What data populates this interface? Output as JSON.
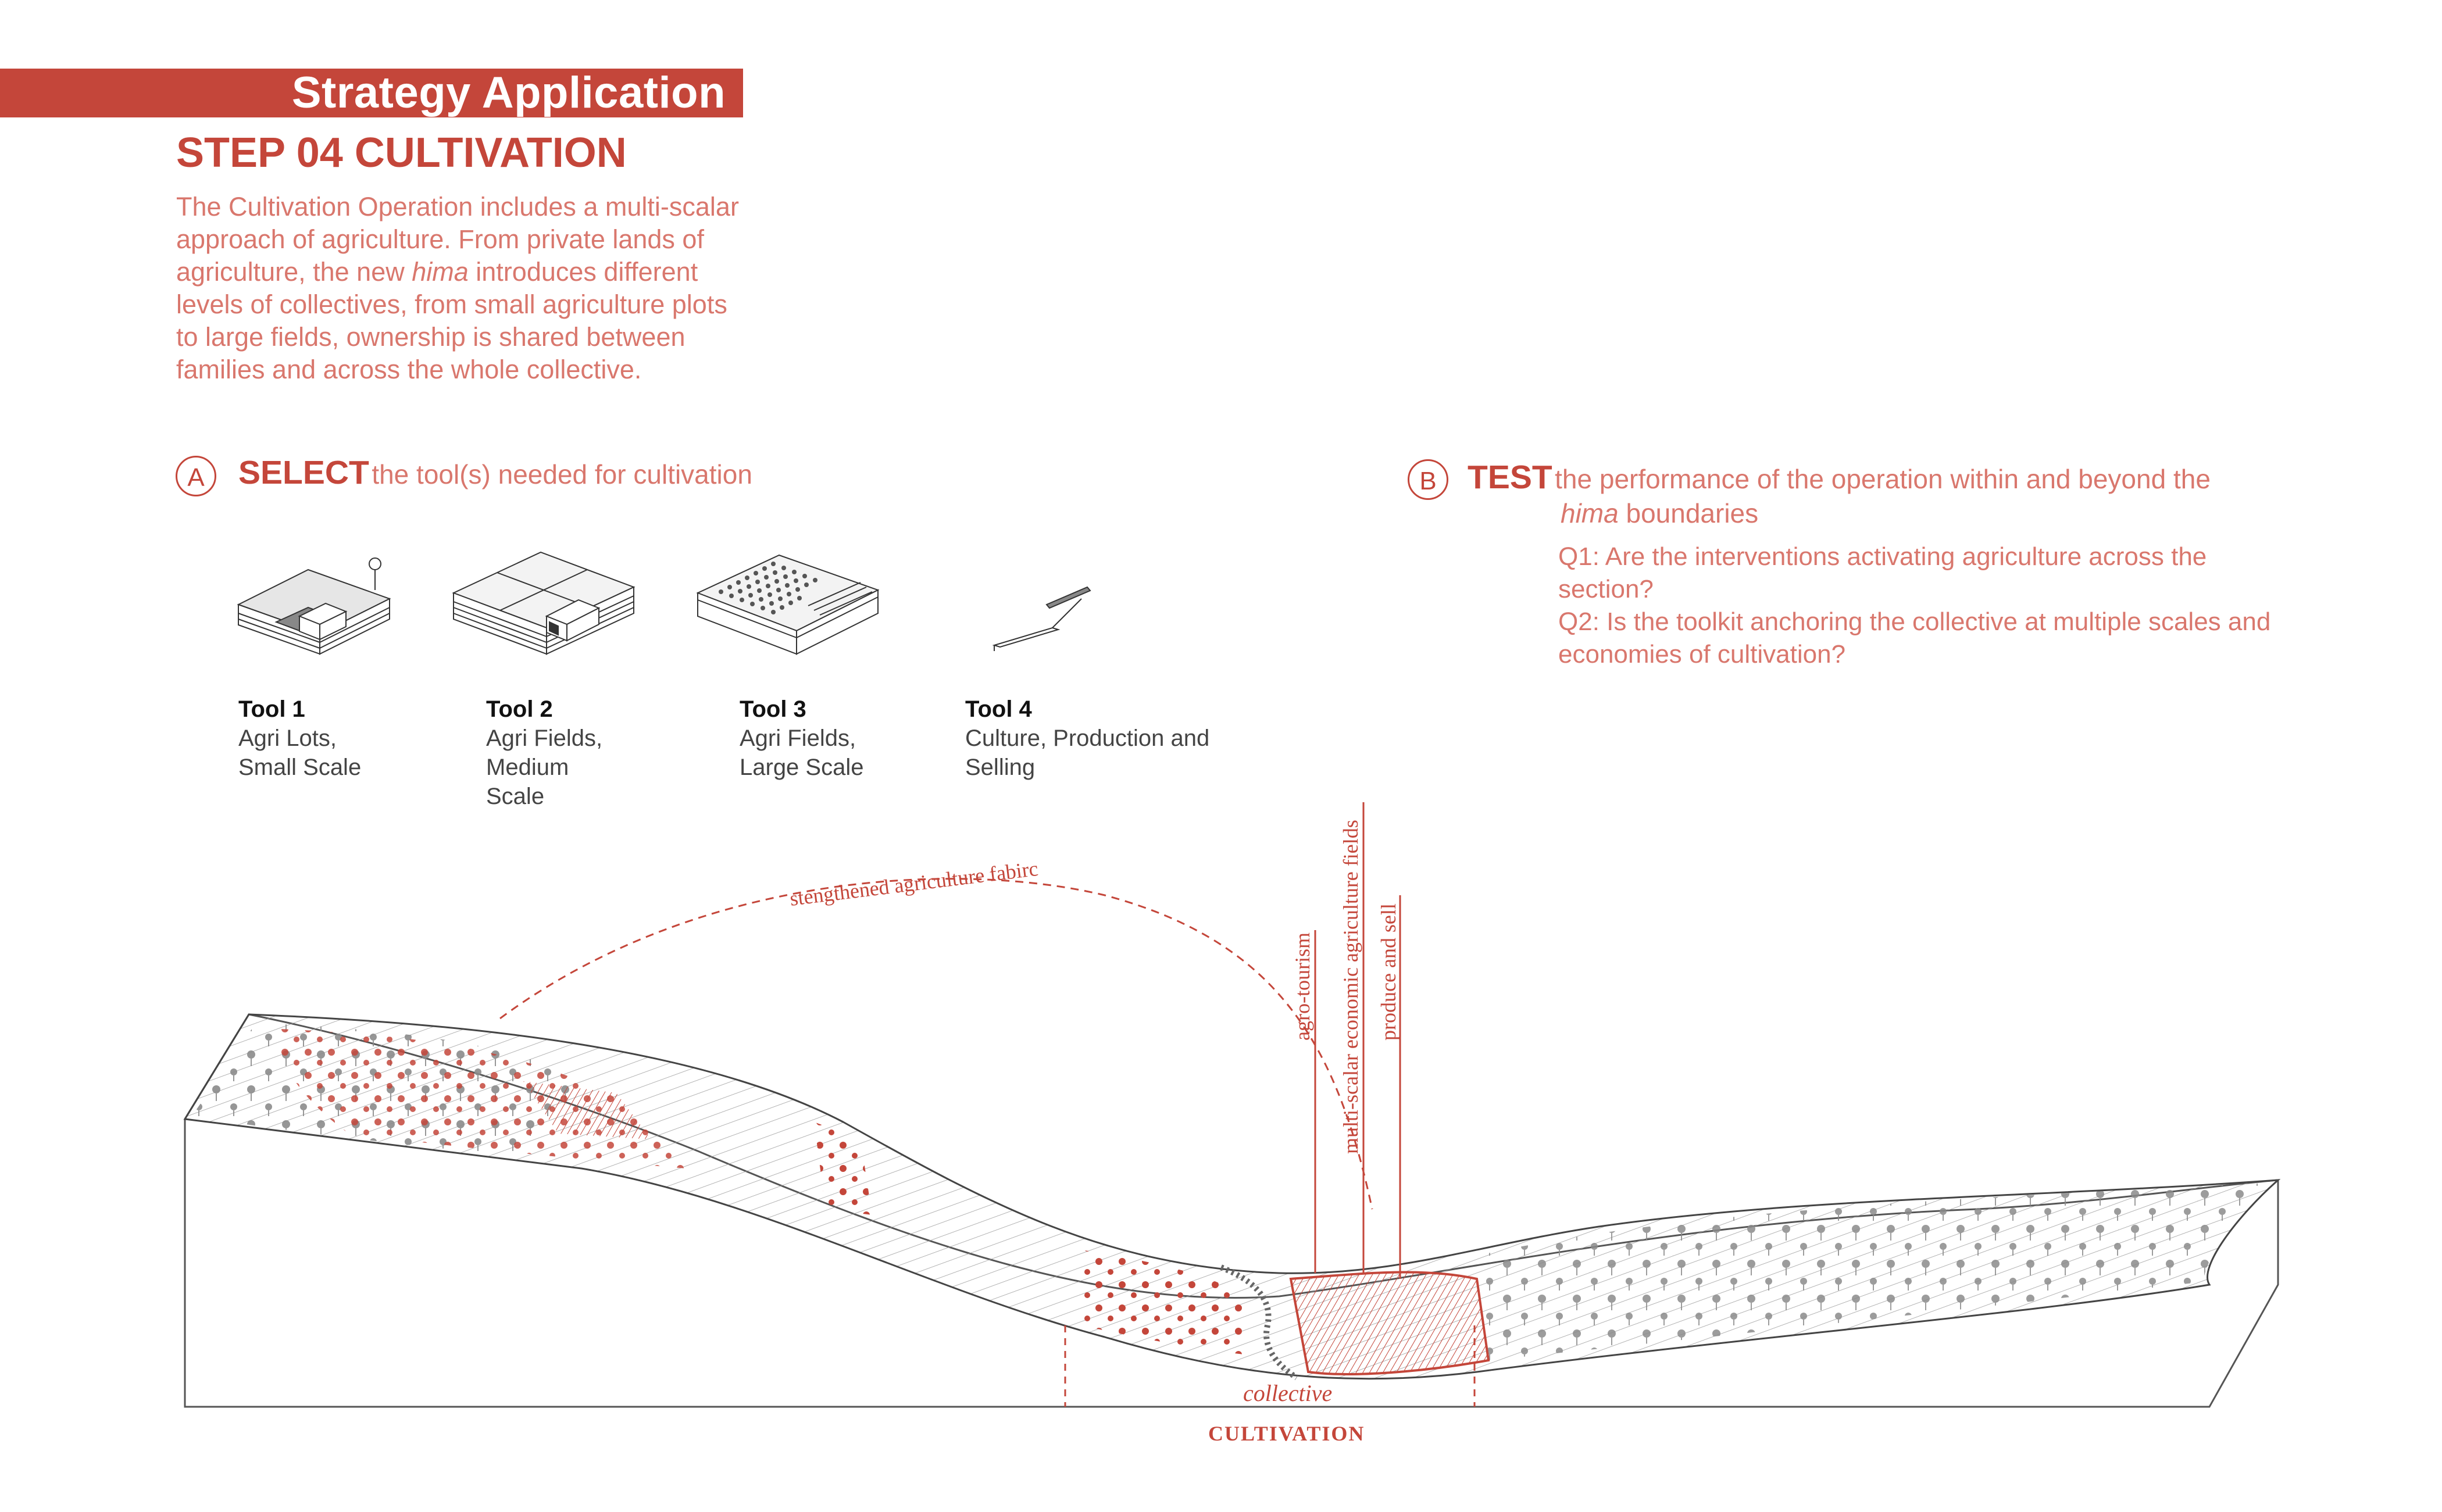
{
  "banner": {
    "title": "Strategy Application"
  },
  "step": {
    "title": "STEP 04 CULTIVATION",
    "intro_lines": [
      "The Cultivation Operation includes a multi-scalar",
      "approach of agriculture. From private lands of",
      "agriculture, the new ",
      "hima",
      " introduces different",
      "levels of collectives, from small agriculture plots",
      "to large fields, ownership is shared between",
      "families and across the whole collective."
    ]
  },
  "section_a": {
    "letter": "A",
    "strong": "SELECT",
    "rest": "the tool(s) needed for cultivation"
  },
  "section_b": {
    "letter": "B",
    "strong": "TEST",
    "rest_line1": "the performance of the operation within and beyond the",
    "hima": "hima",
    "rest_line2": "boundaries",
    "q1_line1": "Q1: Are the interventions activating agriculture across the",
    "q1_line2": "section?",
    "q2_line1": "Q2: Is the toolkit anchoring the collective at multiple scales and",
    "q2_line2": "economies of cultivation?"
  },
  "tools": [
    {
      "title": "Tool 1",
      "desc": [
        "Agri Lots,",
        "Small Scale"
      ]
    },
    {
      "title": "Tool 2",
      "desc": [
        "Agri Fields,",
        "Medium",
        "Scale"
      ]
    },
    {
      "title": "Tool 3",
      "desc": [
        "Agri Fields,",
        "Large Scale"
      ]
    },
    {
      "title": "Tool 4",
      "desc": [
        "Culture, Production and",
        "Selling"
      ]
    }
  ],
  "diagram": {
    "arc_label": "stengthened agriculture fabirc",
    "vertical_labels": [
      "agro-tourism",
      "multi-scalar economic  agriculture fields",
      "produce and sell"
    ],
    "collective_label": "collective",
    "cultivation_label": "CULTIVATION"
  },
  "colors": {
    "accent": "#c4463a",
    "accent_light": "#d9776d",
    "tree_grey": "#8a8a8a"
  }
}
